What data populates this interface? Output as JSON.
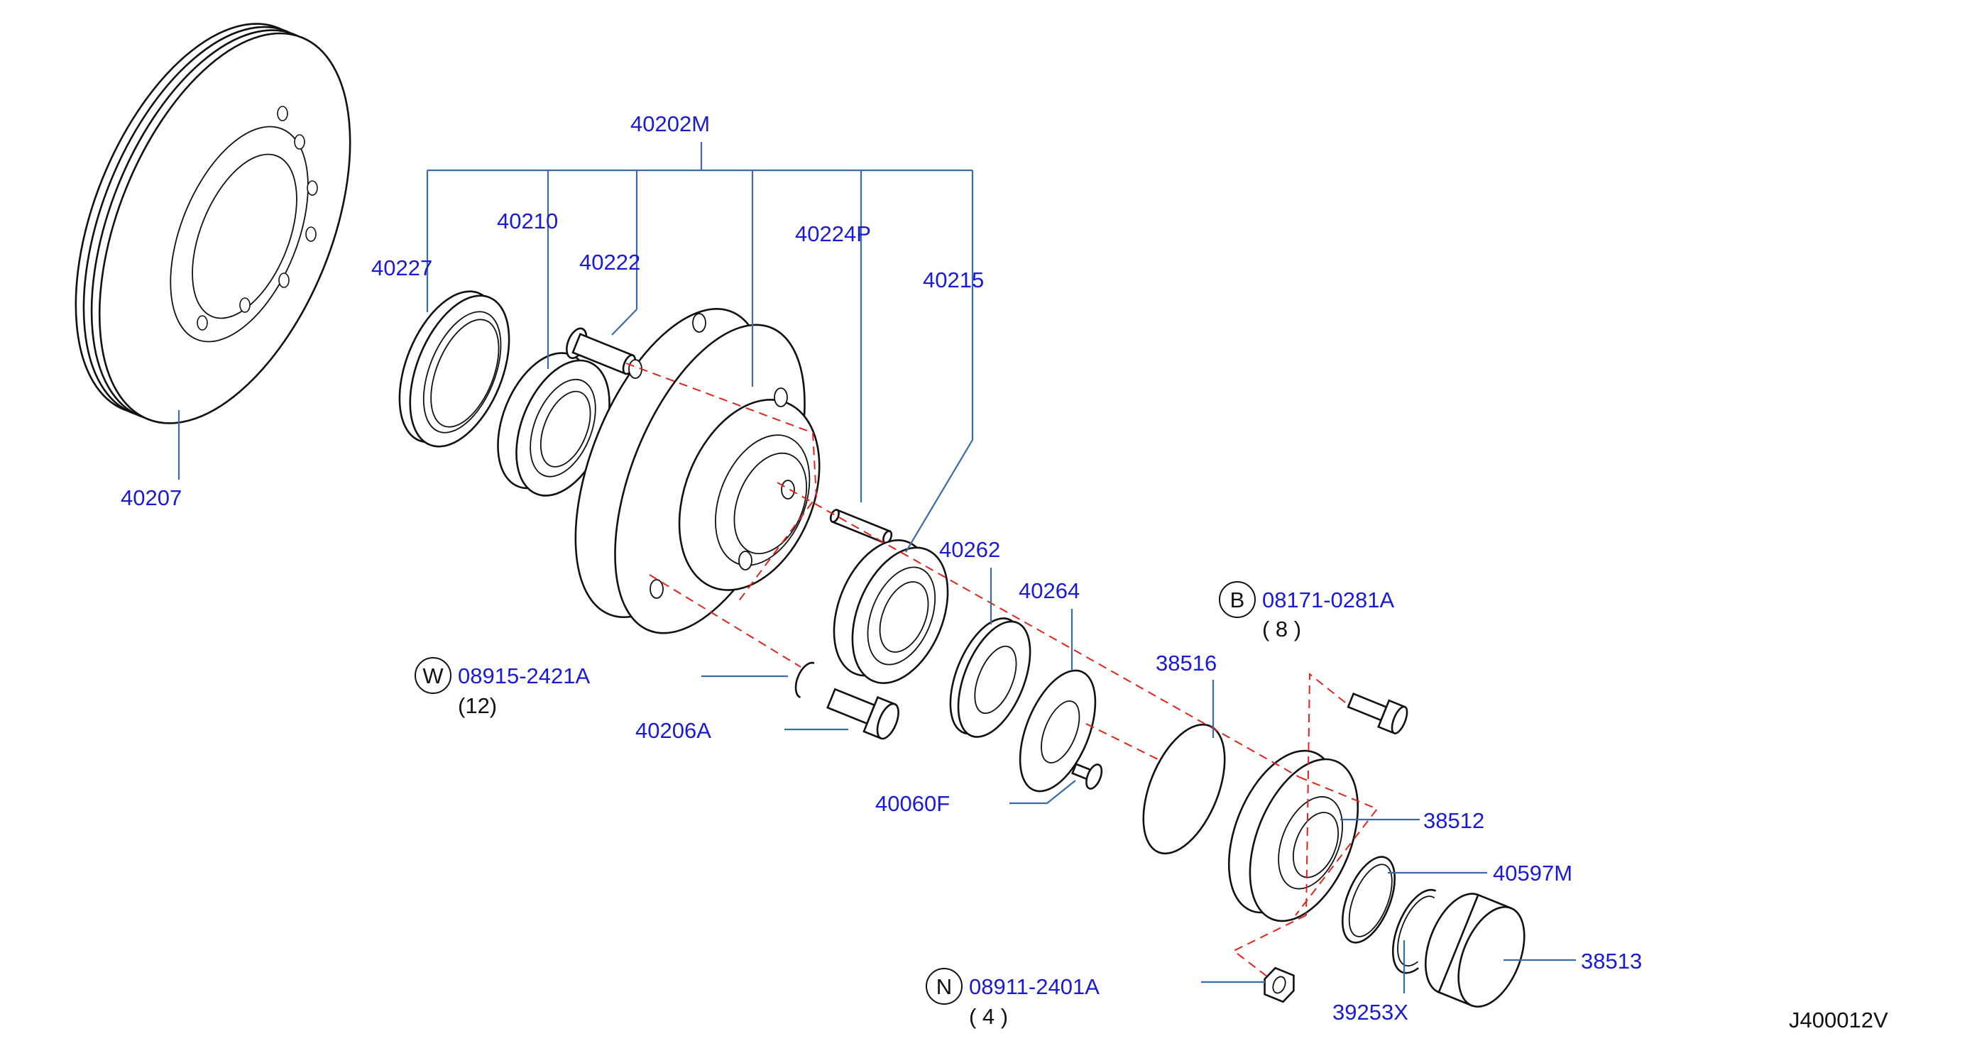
{
  "labels": {
    "p40202M": "40202M",
    "p40227": "40227",
    "p40210": "40210",
    "p40222": "40222",
    "p40224P": "40224P",
    "p40215": "40215",
    "p40207": "40207",
    "p40262": "40262",
    "p40264": "40264",
    "p38516": "38516",
    "p38512": "38512",
    "p40597M": "40597M",
    "p38513": "38513",
    "p39253X": "39253X",
    "p40206A": "40206A",
    "p40060F": "40060F",
    "w_code": "08915-2421A",
    "w_qty": "(12)",
    "b_code": "08171-0281A",
    "b_qty": "( 8 )",
    "n_code": "08911-2401A",
    "n_qty": "( 4 )",
    "ref": "J400012V"
  },
  "markers": {
    "w": "W",
    "b": "B",
    "n": "N"
  }
}
